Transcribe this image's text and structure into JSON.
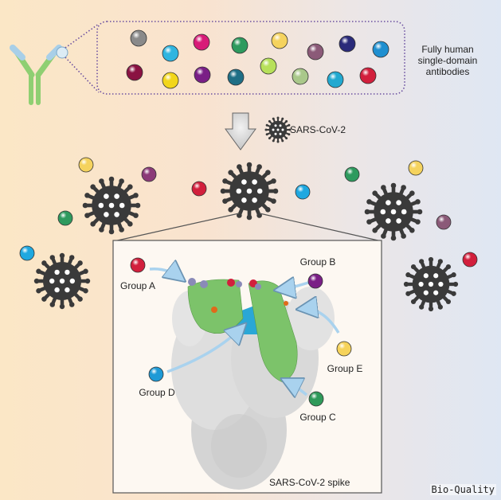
{
  "labels": {
    "library": [
      "Fully human",
      "single-domain",
      "antibodies"
    ],
    "virus": "SARS-CoV-2",
    "spike": "SARS-CoV-2 spike",
    "watermark": "Bio-Quality"
  },
  "groups": [
    {
      "name": "Group A",
      "color": "#d21f3c"
    },
    {
      "name": "Group B",
      "color": "#7a1f86"
    },
    {
      "name": "Group C",
      "color": "#2f9a5a"
    },
    {
      "name": "Group D",
      "color": "#1e9ad6"
    },
    {
      "name": "Group E",
      "color": "#f6d35a"
    }
  ],
  "library_colors": [
    "#8a8a8a",
    "#2fb5e0",
    "#d81b78",
    "#2e9a5e",
    "#f5d35e",
    "#8b5a78",
    "#2a2a7a",
    "#1f8fd0",
    "#8a1242",
    "#f2d61a",
    "#7a1f86",
    "#1f6f86",
    "#b7e05a",
    "#a9c88a",
    "#22a9d0",
    "#d21f3c"
  ],
  "free_colors": [
    "#f5d35e",
    "#8b3a78",
    "#2e9a5e",
    "#1fa8e0",
    "#d21f3c",
    "#1fa8e0",
    "#2e9a5e",
    "#f5d35e",
    "#8b5a78",
    "#d21f3c"
  ],
  "colors": {
    "virus": "#3a3a3a",
    "arrow": "#a9d2ee",
    "box_border": "#555555",
    "dotted": "#6b4fa0",
    "spike_green": "#7cc36a",
    "spike_blue": "#2aa7d6",
    "spike_gray": "#dcdcdc"
  }
}
